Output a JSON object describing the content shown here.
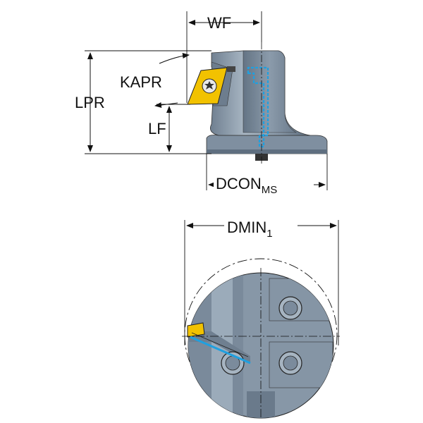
{
  "labels": {
    "wf": "WF",
    "kapr": "KAPR",
    "lpr": "LPR",
    "lf": "LF",
    "dcon_main": "DCON",
    "dcon_sub": "MS",
    "dmin_main": "DMIN",
    "dmin_sub": "1"
  },
  "colors": {
    "body": "#8a9aaa",
    "body_dark": "#5f6f80",
    "body_light": "#b9c6d2",
    "insert": "#f2c200",
    "coolant": "#1fa0e0",
    "line": "#111111"
  }
}
